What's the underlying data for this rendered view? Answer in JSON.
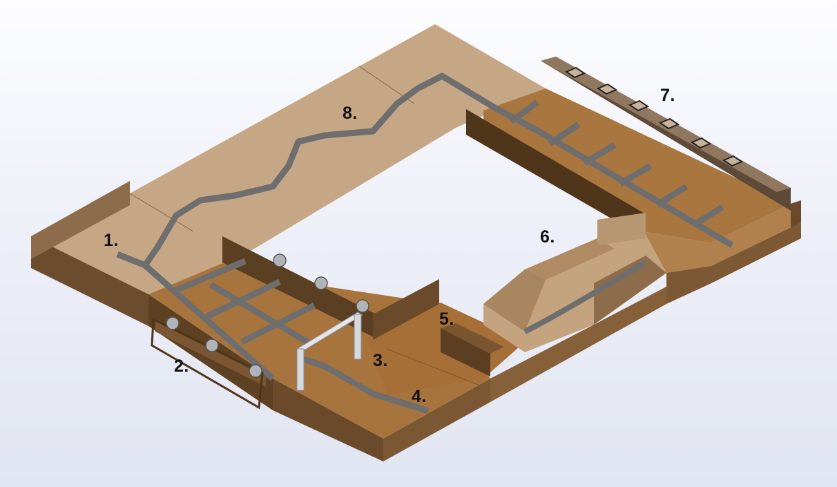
{
  "section_labels": {
    "s1": "1.",
    "s2": "2.",
    "s3": "3.",
    "s4": "4.",
    "s5": "5.",
    "s6": "6.",
    "s7": "7.",
    "s8": "8."
  },
  "colors": {
    "background": "#e6e9f3",
    "light_board": "#c7a887",
    "dark_board": "#a87540",
    "board_side": "#6b4c2c",
    "wall": "#5e4226",
    "line_track": "#6e6e6e",
    "gate": "#d5d8dc"
  }
}
